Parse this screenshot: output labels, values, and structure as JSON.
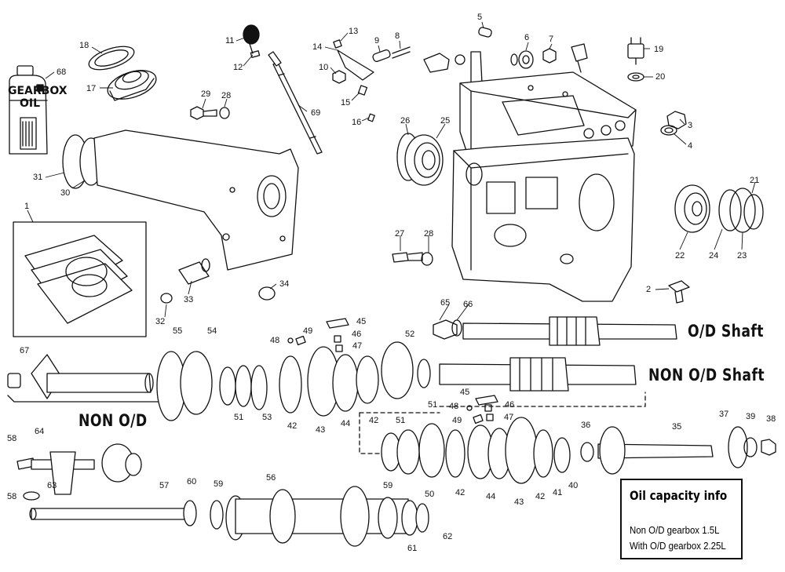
{
  "diagram": {
    "labels": {
      "n1": "1",
      "n2": "2",
      "n3": "3",
      "n4": "4",
      "n5": "5",
      "n6": "6",
      "n7": "7",
      "n8": "8",
      "n9": "9",
      "n10": "10",
      "n11": "11",
      "n12": "12",
      "n13": "13",
      "n14": "14",
      "n15": "15",
      "n16": "16",
      "n17": "17",
      "n18": "18",
      "n19": "19",
      "n20": "20",
      "n21": "21",
      "n22": "22",
      "n23": "23",
      "n24": "24",
      "n25": "25",
      "n26": "26",
      "n27": "27",
      "n28a": "28",
      "n28b": "28",
      "n29": "29",
      "n30": "30",
      "n31": "31",
      "n32": "32",
      "n33": "33",
      "n34": "34",
      "n35": "35",
      "n36": "36",
      "n37": "37",
      "n38": "38",
      "n39": "39",
      "n40": "40",
      "n41": "41",
      "n42a": "42",
      "n42b": "42",
      "n42c": "42",
      "n42d": "42",
      "n43a": "43",
      "n43b": "43",
      "n44a": "44",
      "n44b": "44",
      "n45a": "45",
      "n45b": "45",
      "n46a": "46",
      "n46b": "46",
      "n47a": "47",
      "n47b": "47",
      "n48a": "48",
      "n48b": "48",
      "n49a": "49",
      "n49b": "49",
      "n50": "50",
      "n51a": "51",
      "n51b": "51",
      "n51c": "51",
      "n52": "52",
      "n53": "53",
      "n54": "54",
      "n55": "55",
      "n56": "56",
      "n57": "57",
      "n58a": "58",
      "n58b": "58",
      "n59a": "59",
      "n59b": "59",
      "n60": "60",
      "n61": "61",
      "n62": "62",
      "n63": "63",
      "n64": "64",
      "n65": "65",
      "n66": "66",
      "n67": "67",
      "n68": "68",
      "n69": "69"
    },
    "section_titles": {
      "od_shaft": "O/D Shaft",
      "non_od_shaft": "NON O/D Shaft",
      "non_od": "NON O/D"
    },
    "bottle_label": {
      "line1": "GEARBOX",
      "line2": "OIL"
    },
    "oil_info": {
      "title": "Oil capacity info",
      "line1": "Non O/D gearbox 1.5L",
      "line2": "With O/D gearbox 2.25L"
    }
  }
}
